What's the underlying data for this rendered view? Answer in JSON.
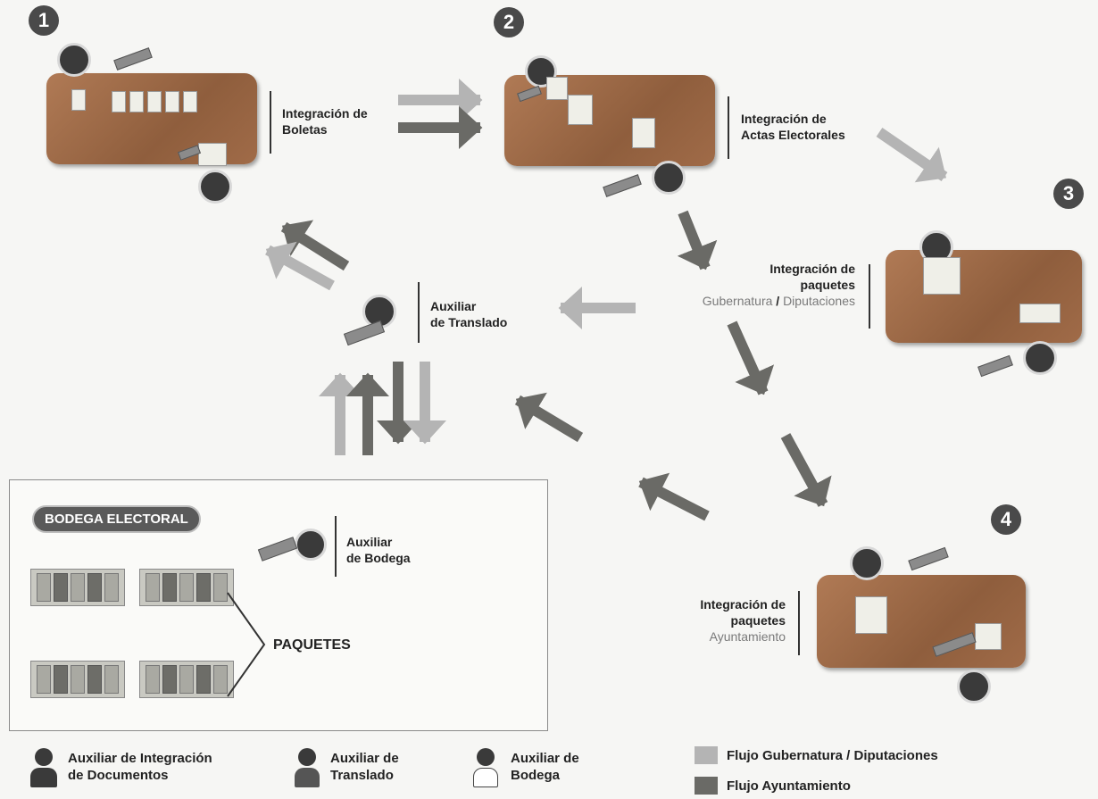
{
  "steps": [
    "1",
    "2",
    "3",
    "4"
  ],
  "stations": {
    "boletas": {
      "line1": "Integración de",
      "line2": "Boletas"
    },
    "actas": {
      "line1": "Integración de",
      "line2": "Actas Electorales"
    },
    "paquetes_gub": {
      "line1": "Integración de",
      "line2": "paquetes",
      "sub_a": "Gubernatura",
      "sep": " / ",
      "sub_b": "Diputaciones"
    },
    "paquetes_ayun": {
      "line1": "Integración de",
      "line2": "paquetes",
      "sub": "Ayuntamiento"
    },
    "translado": {
      "line1": "Auxiliar",
      "line2": "de Translado"
    },
    "bodega_aux": {
      "line1": "Auxiliar",
      "line2": "de Bodega"
    }
  },
  "bodega": {
    "title": "BODEGA ELECTORAL",
    "paquetes": "PAQUETES"
  },
  "legend": {
    "aux_integracion": {
      "line1": "Auxiliar de Integración",
      "line2": "de Documentos"
    },
    "aux_translado": {
      "line1": "Auxiliar de",
      "line2": "Translado"
    },
    "aux_bodega": {
      "line1": "Auxiliar de",
      "line2": "Bodega"
    },
    "flujo_gub": "Flujo Gubernatura / Diputaciones",
    "flujo_ayun": "Flujo Ayuntamiento"
  },
  "colors": {
    "light_flow": "#b4b4b4",
    "dark_flow": "#6a6a66",
    "table": "#9a6845"
  }
}
